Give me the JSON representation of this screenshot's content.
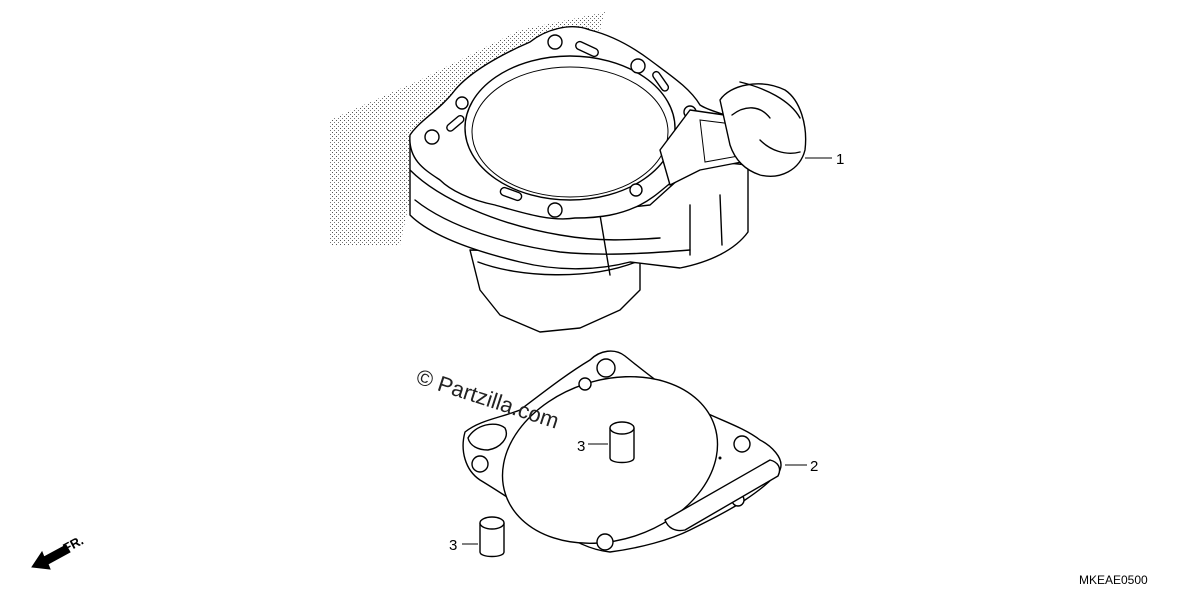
{
  "callouts": {
    "cylinder": "1",
    "gasket": "2",
    "dowel_upper": "3",
    "dowel_lower": "3"
  },
  "diagram_code": "MKEAE0500",
  "front_indicator": "FR.",
  "watermark": "© Partzilla.com"
}
